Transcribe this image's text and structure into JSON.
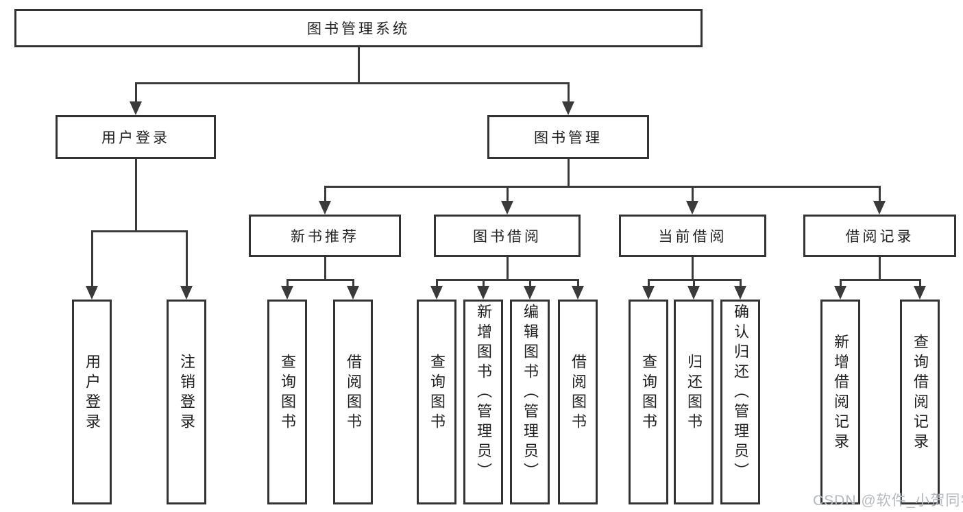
{
  "nodes": {
    "root": {
      "label": "图书管理系统"
    },
    "level2": [
      {
        "label": "用户登录"
      },
      {
        "label": "图书管理"
      }
    ],
    "level3": [
      {
        "label": "新书推荐",
        "parent": "图书管理"
      },
      {
        "label": "图书借阅",
        "parent": "图书管理"
      },
      {
        "label": "当前借阅",
        "parent": "图书管理"
      },
      {
        "label": "借阅记录",
        "parent": "图书管理"
      }
    ],
    "leaves": [
      {
        "label": "用户登录",
        "parent": "用户登录"
      },
      {
        "label": "注销登录",
        "parent": "用户登录"
      },
      {
        "label": "查询图书",
        "parent": "新书推荐"
      },
      {
        "label": "借阅图书",
        "parent": "新书推荐"
      },
      {
        "label": "查询图书",
        "parent": "图书借阅"
      },
      {
        "label": "新增图书（管理员）",
        "parent": "图书借阅"
      },
      {
        "label": "编辑图书（管理员）",
        "parent": "图书借阅"
      },
      {
        "label": "借阅图书",
        "parent": "图书借阅"
      },
      {
        "label": "查询图书",
        "parent": "当前借阅"
      },
      {
        "label": "归还图书",
        "parent": "当前借阅"
      },
      {
        "label": "确认归还（管理员）",
        "parent": "当前借阅"
      },
      {
        "label": "新增借阅记录",
        "parent": "借阅记录"
      },
      {
        "label": "查询借阅记录",
        "parent": "借阅记录"
      }
    ]
  },
  "watermark": "CSDN @软件_小贺同学",
  "colors": {
    "line": "#3a3a3a",
    "box_border": "#333333",
    "text": "#1f1f1f",
    "watermark": "#b4b9be",
    "background": "#ffffff"
  }
}
